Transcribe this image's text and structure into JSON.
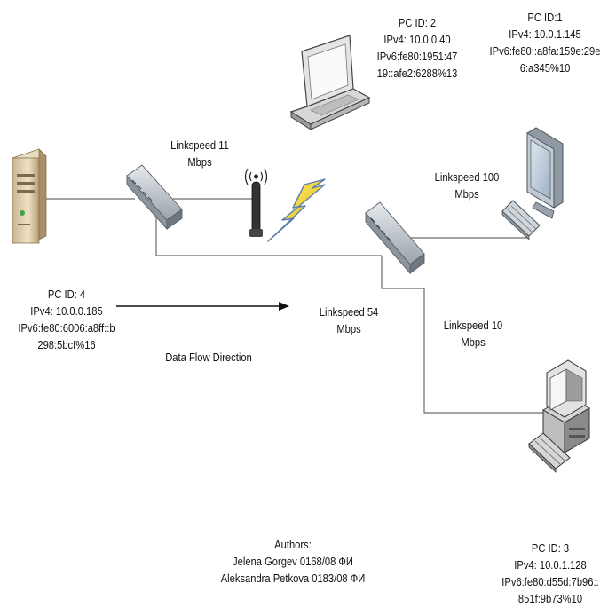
{
  "pc4": {
    "title": "PC ID: 4",
    "ipv4": "IPv4: 10.0.0.185",
    "ipv6_line1": "IPv6:fe80:6006:a8ff::b",
    "ipv6_line2": "298:5bcf%16"
  },
  "pc2": {
    "title": "PC ID: 2",
    "ipv4": "IPv4: 10.0.0.40",
    "ipv6_line1": "IPv6:fe80:1951:47",
    "ipv6_line2": "19::afe2:6288%13"
  },
  "pc1": {
    "title": "PC ID:1",
    "ipv4": "IPv4: 10.0.1.145",
    "ipv6_line1": "IPv6:fe80::a8fa:159e:29e",
    "ipv6_line2": "6:a345%10"
  },
  "pc3": {
    "title": "PC ID: 3",
    "ipv4": "IPv4: 10.0.1.128",
    "ipv6_line1": "IPv6:fe80:d55d:7b96::",
    "ipv6_line2": "851f:9b73%10"
  },
  "links": {
    "link11": {
      "line1": "Linkspeed 11",
      "line2": "Mbps"
    },
    "link100": {
      "line1": "Linkspeed 100",
      "line2": "Mbps"
    },
    "link54": {
      "line1": "Linkspeed 54",
      "line2": "Mbps"
    },
    "link10": {
      "line1": "Linkspeed 10",
      "line2": "Mbps"
    }
  },
  "flow_label": "Data Flow Direction",
  "authors": {
    "heading": "Authors:",
    "author1": "Jelena Gorgev 0168/08 ФИ",
    "author2": "Aleksandra Petkova 0183/08 ФИ"
  },
  "icons": [
    "server-icon",
    "switch-icon",
    "wireless-antenna-icon",
    "lightning-icon",
    "laptop-icon",
    "monitor-icon",
    "keyboard-icon",
    "desktop-pc-icon",
    "arrow-icon"
  ]
}
